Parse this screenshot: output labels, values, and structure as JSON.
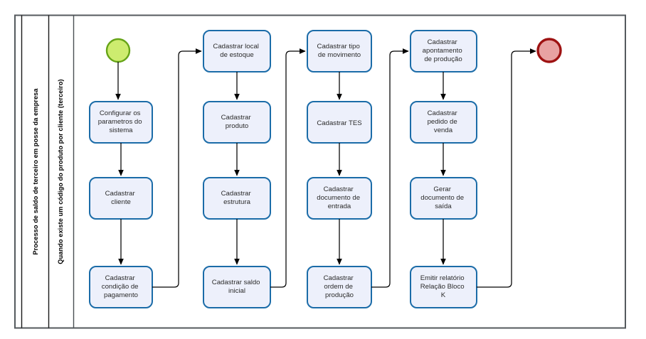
{
  "diagram": {
    "type": "bpmn-flowchart",
    "title": "Processo de saldo de terceiro em posse da empresa",
    "colors": {
      "task_fill": "#edf0fb",
      "task_stroke": "#1b6ca8",
      "start_fill": "#cdec6f",
      "start_stroke": "#66a417",
      "end_fill": "#e8a2a2",
      "end_stroke": "#9e1212",
      "frame_stroke": "#555a5e",
      "connector": "#000000"
    }
  },
  "lanes": [
    {
      "id": "pool-header",
      "label": "Processo de saldo de terceiro em posse da empresa"
    },
    {
      "id": "lane-header",
      "label": "Quando existe um código do produto por cliente (terceiro)"
    }
  ],
  "events": {
    "start": {
      "id": "start-event",
      "name": "start-event"
    },
    "end": {
      "id": "end-event",
      "name": "end-event"
    }
  },
  "columns": [
    {
      "index": 1,
      "tasks": [
        {
          "id": "t1-2",
          "lines": [
            "Configurar os",
            "parametros do",
            "sistema"
          ]
        },
        {
          "id": "t1-3",
          "lines": [
            "Cadastrar",
            "cliente"
          ]
        },
        {
          "id": "t1-4",
          "lines": [
            "Cadastrar",
            "condição de",
            "pagamento"
          ]
        }
      ]
    },
    {
      "index": 2,
      "tasks": [
        {
          "id": "t2-1",
          "lines": [
            "Cadastrar local",
            "de estoque"
          ]
        },
        {
          "id": "t2-2",
          "lines": [
            "Cadastrar",
            "produto"
          ]
        },
        {
          "id": "t2-3",
          "lines": [
            "Cadastrar",
            "estrutura"
          ]
        },
        {
          "id": "t2-4",
          "lines": [
            "Cadastrar saldo",
            "inicial"
          ]
        }
      ]
    },
    {
      "index": 3,
      "tasks": [
        {
          "id": "t3-1",
          "lines": [
            "Cadastrar tipo",
            "de movimento"
          ]
        },
        {
          "id": "t3-2",
          "lines": [
            "Cadastrar TES"
          ]
        },
        {
          "id": "t3-3",
          "lines": [
            "Cadastrar",
            "documento de",
            "entrada"
          ]
        },
        {
          "id": "t3-4",
          "lines": [
            "Cadastrar",
            "ordem de",
            "produção"
          ]
        }
      ]
    },
    {
      "index": 4,
      "tasks": [
        {
          "id": "t4-1",
          "lines": [
            "Cadastrar",
            "apontamento",
            "de produção"
          ]
        },
        {
          "id": "t4-2",
          "lines": [
            "Cadastrar",
            "pedido de",
            "venda"
          ]
        },
        {
          "id": "t4-3",
          "lines": [
            "Gerar",
            "documento de",
            "saída"
          ]
        },
        {
          "id": "t4-4",
          "lines": [
            "Emitir relatório",
            "Relação Bloco",
            "K"
          ]
        }
      ]
    }
  ]
}
